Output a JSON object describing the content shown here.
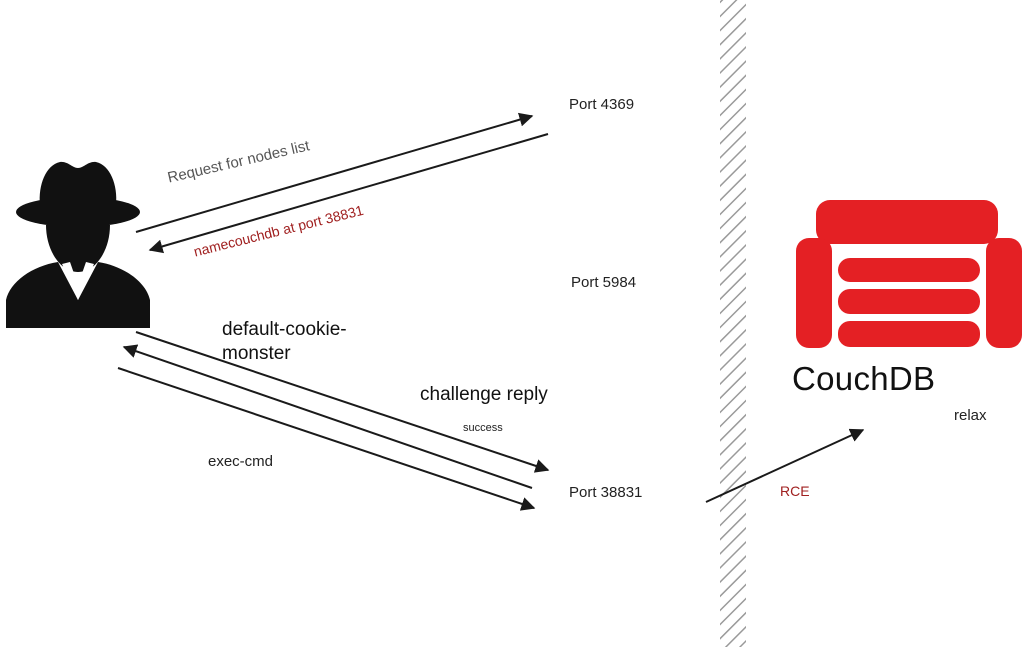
{
  "labels": {
    "port_4369": "Port 4369",
    "request_nodes": "Request for nodes list",
    "name_reply": "namecouchdb at port 38831",
    "port_5984": "Port 5984",
    "cookie": "default-cookie-monster",
    "challenge": "challenge reply",
    "success": "success",
    "exec_cmd": "exec-cmd",
    "port_38831": "Port 38831",
    "rce": "RCE",
    "couchdb": "CouchDB",
    "relax": "relax"
  },
  "icons": {
    "attacker": "hacker-icon",
    "couch_logo": "couch-icon"
  },
  "colors": {
    "couch_red": "#e42024",
    "text_red": "#a02020",
    "line": "#1a1a1a",
    "hatch": "#9a9a9a"
  }
}
